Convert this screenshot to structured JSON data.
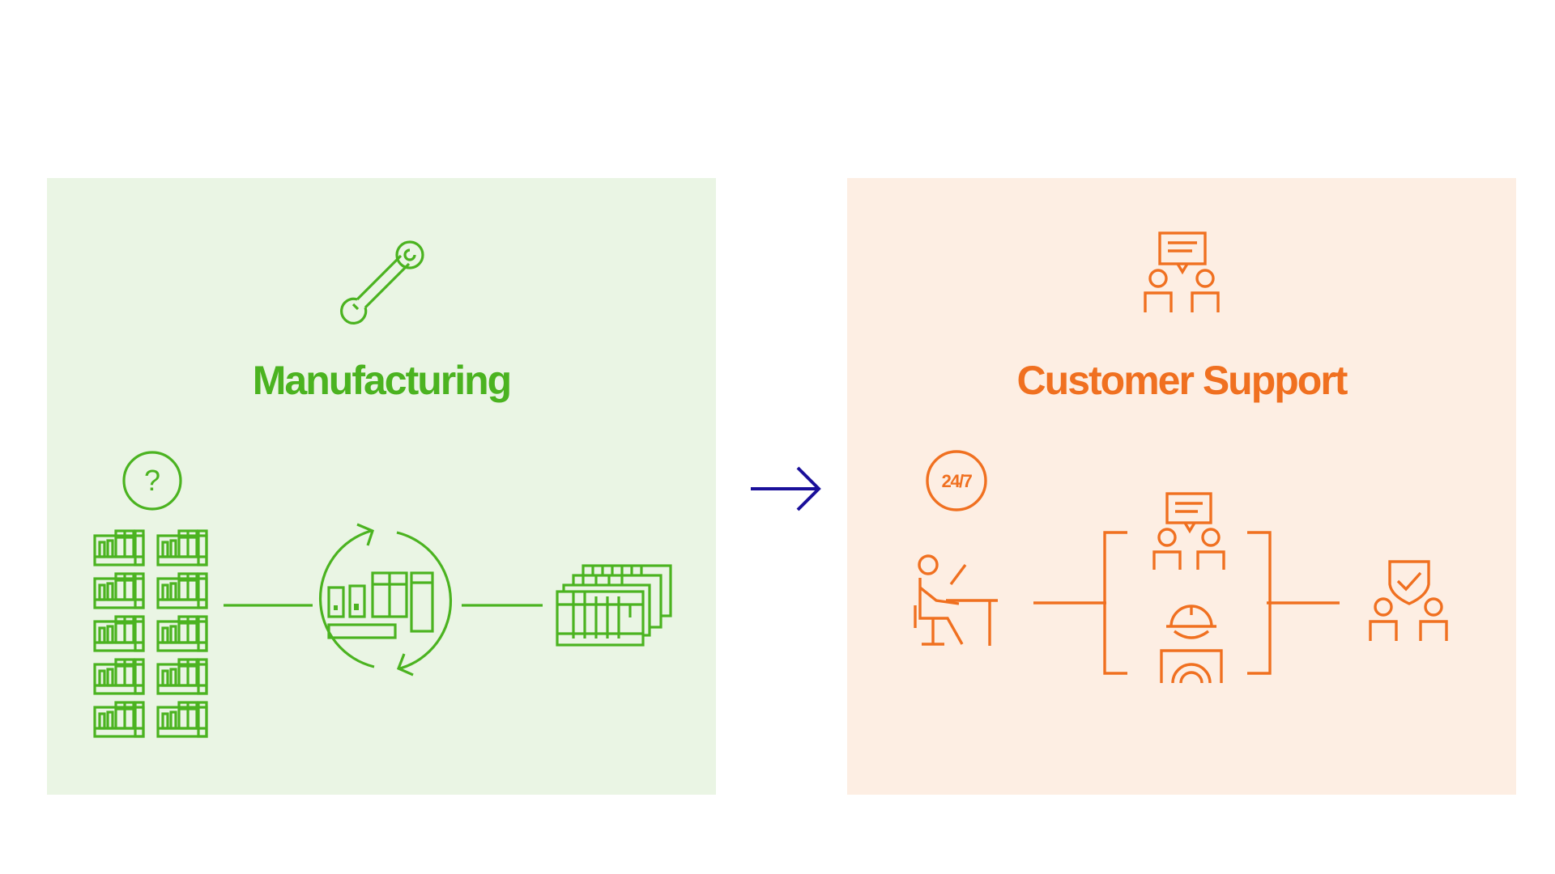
{
  "left_panel": {
    "title": "Manufacturing",
    "question_mark": "?",
    "color": "#4bb320",
    "background": "#eaf5e4",
    "icons": [
      "wrench-icon",
      "question-icon",
      "rack-grid-icon",
      "cycle-arrows-icon",
      "rack-stack-icon"
    ]
  },
  "right_panel": {
    "title": "Customer Support",
    "badge_text": "24/7",
    "color": "#f07020",
    "background": "#fdeee3",
    "icons": [
      "team-chat-icon",
      "clock-badge-icon",
      "desk-worker-icon",
      "engineer-icon",
      "shield-team-icon"
    ]
  },
  "connector": {
    "icon": "arrow-right-icon",
    "color": "#1a0f9a"
  }
}
